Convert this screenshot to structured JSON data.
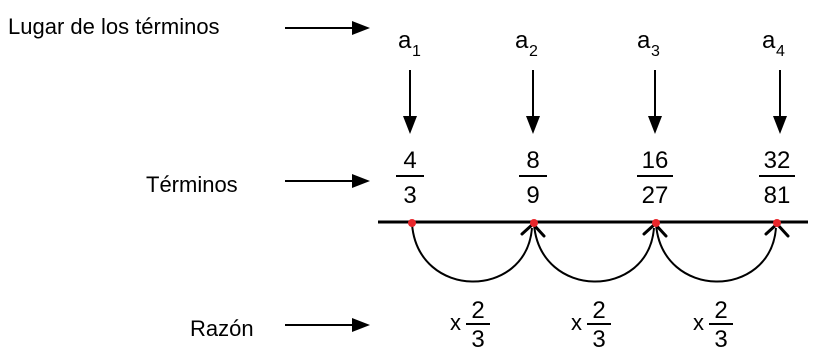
{
  "labels": {
    "place": "Lugar de los términos",
    "terms": "Términos",
    "ratio": "Razón"
  },
  "places": [
    {
      "letter": "a",
      "index": "1"
    },
    {
      "letter": "a",
      "index": "2"
    },
    {
      "letter": "a",
      "index": "3"
    },
    {
      "letter": "a",
      "index": "4"
    }
  ],
  "terms": [
    {
      "num": "4",
      "den": "3"
    },
    {
      "num": "8",
      "den": "9"
    },
    {
      "num": "16",
      "den": "27"
    },
    {
      "num": "32",
      "den": "81"
    }
  ],
  "ratios": [
    {
      "mult": "x",
      "num": "2",
      "den": "3"
    },
    {
      "mult": "x",
      "num": "2",
      "den": "3"
    },
    {
      "mult": "x",
      "num": "2",
      "den": "3"
    }
  ],
  "colors": {
    "point": "#e8262b",
    "ink": "#000000"
  }
}
